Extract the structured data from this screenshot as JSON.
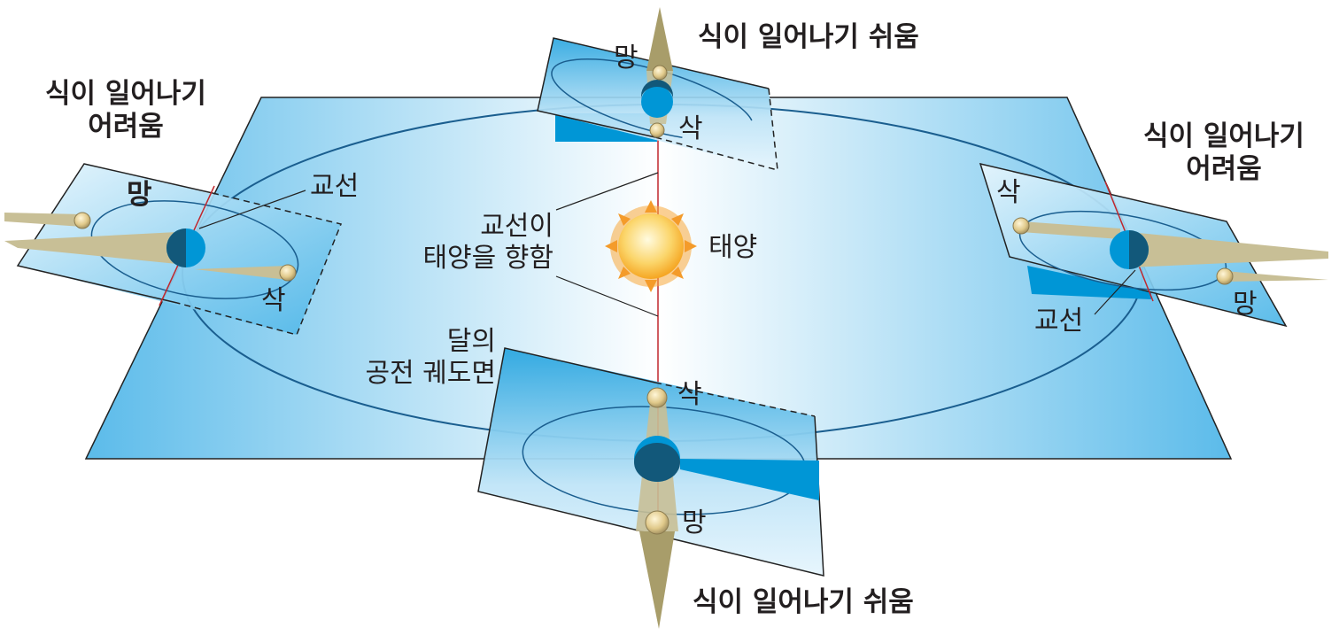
{
  "labels": {
    "top_easy": "식이 일어나기 쉬움",
    "bottom_easy": "식이 일어나기 쉬움",
    "left_hard_1": "식이 일어나기",
    "left_hard_2": "어려움",
    "right_hard_1": "식이 일어나기",
    "right_hard_2": "어려움",
    "sun": "태양",
    "node_line_left": "교선",
    "node_line_right": "교선",
    "node_facing_sun_1": "교선이",
    "node_facing_sun_2": "태양을 향함",
    "moon_orbit_plane_1": "달의",
    "moon_orbit_plane_2": "공전 궤도면",
    "top_full": "망",
    "top_new": "삭",
    "left_full": "망",
    "left_new": "삭",
    "right_new": "삭",
    "right_full": "망",
    "bottom_new": "삭",
    "bottom_full": "망"
  },
  "colors": {
    "plane_edge": "#5bbbea",
    "earth_dark": "#12587a",
    "earth_light": "#0096d6",
    "shadow_cone": "#c8bf96",
    "node_line": "#c0272d"
  }
}
